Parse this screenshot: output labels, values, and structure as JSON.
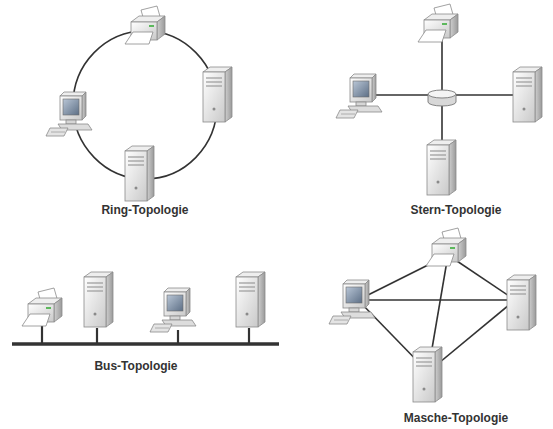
{
  "diagram": {
    "labels": [
      "Ring-Topologie",
      "Stern-Topologie",
      "Bus-Topologie",
      "Masche-Topologie"
    ]
  }
}
